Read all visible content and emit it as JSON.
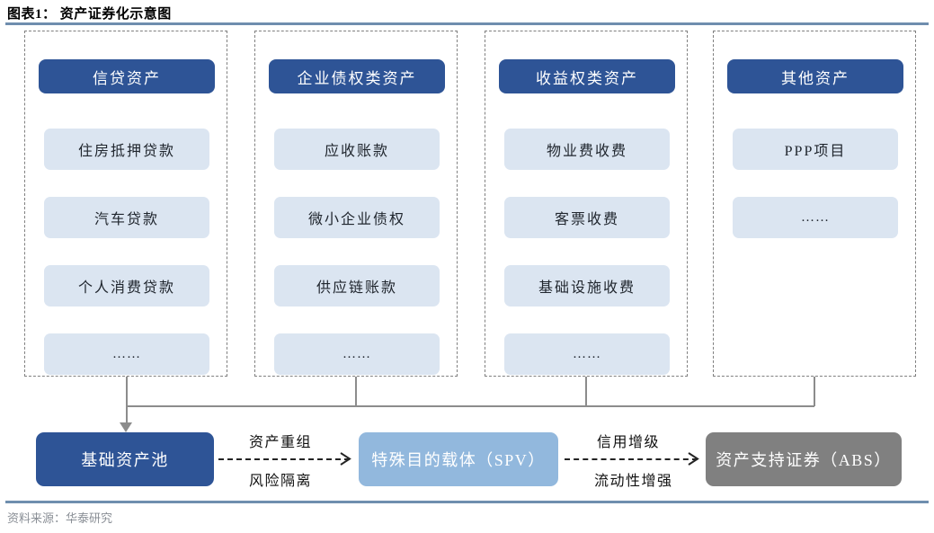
{
  "figure": {
    "title": "图表1： 资产证券化示意图",
    "source": "资料来源：华泰研究"
  },
  "colors": {
    "header_blue": "#2e5496",
    "chip_blue": "#dbe5f1",
    "spv_blue": "#92b8dd",
    "abs_grey": "#808080",
    "rule_blue": "#6f8eae",
    "connector_grey": "#8c8c8c"
  },
  "columns": [
    {
      "header": "信贷资产",
      "items": [
        "住房抵押贷款",
        "汽车贷款",
        "个人消费贷款",
        "……"
      ]
    },
    {
      "header": "企业债权类资产",
      "items": [
        "应收账款",
        "微小企业债权",
        "供应链账款",
        "……"
      ]
    },
    {
      "header": "收益权类资产",
      "items": [
        "物业费收费",
        "客票收费",
        "基础设施收费",
        "……"
      ]
    },
    {
      "header": "其他资产",
      "items": [
        "PPP项目",
        "……"
      ]
    }
  ],
  "flow": {
    "pool_label": "基础资产池",
    "spv_label": "特殊目的载体（SPV）",
    "abs_label": "资产支持证券（ABS）",
    "arrow1_top": "资产重组",
    "arrow1_bottom": "风险隔离",
    "arrow2_top": "信用增级",
    "arrow2_bottom": "流动性增强"
  }
}
